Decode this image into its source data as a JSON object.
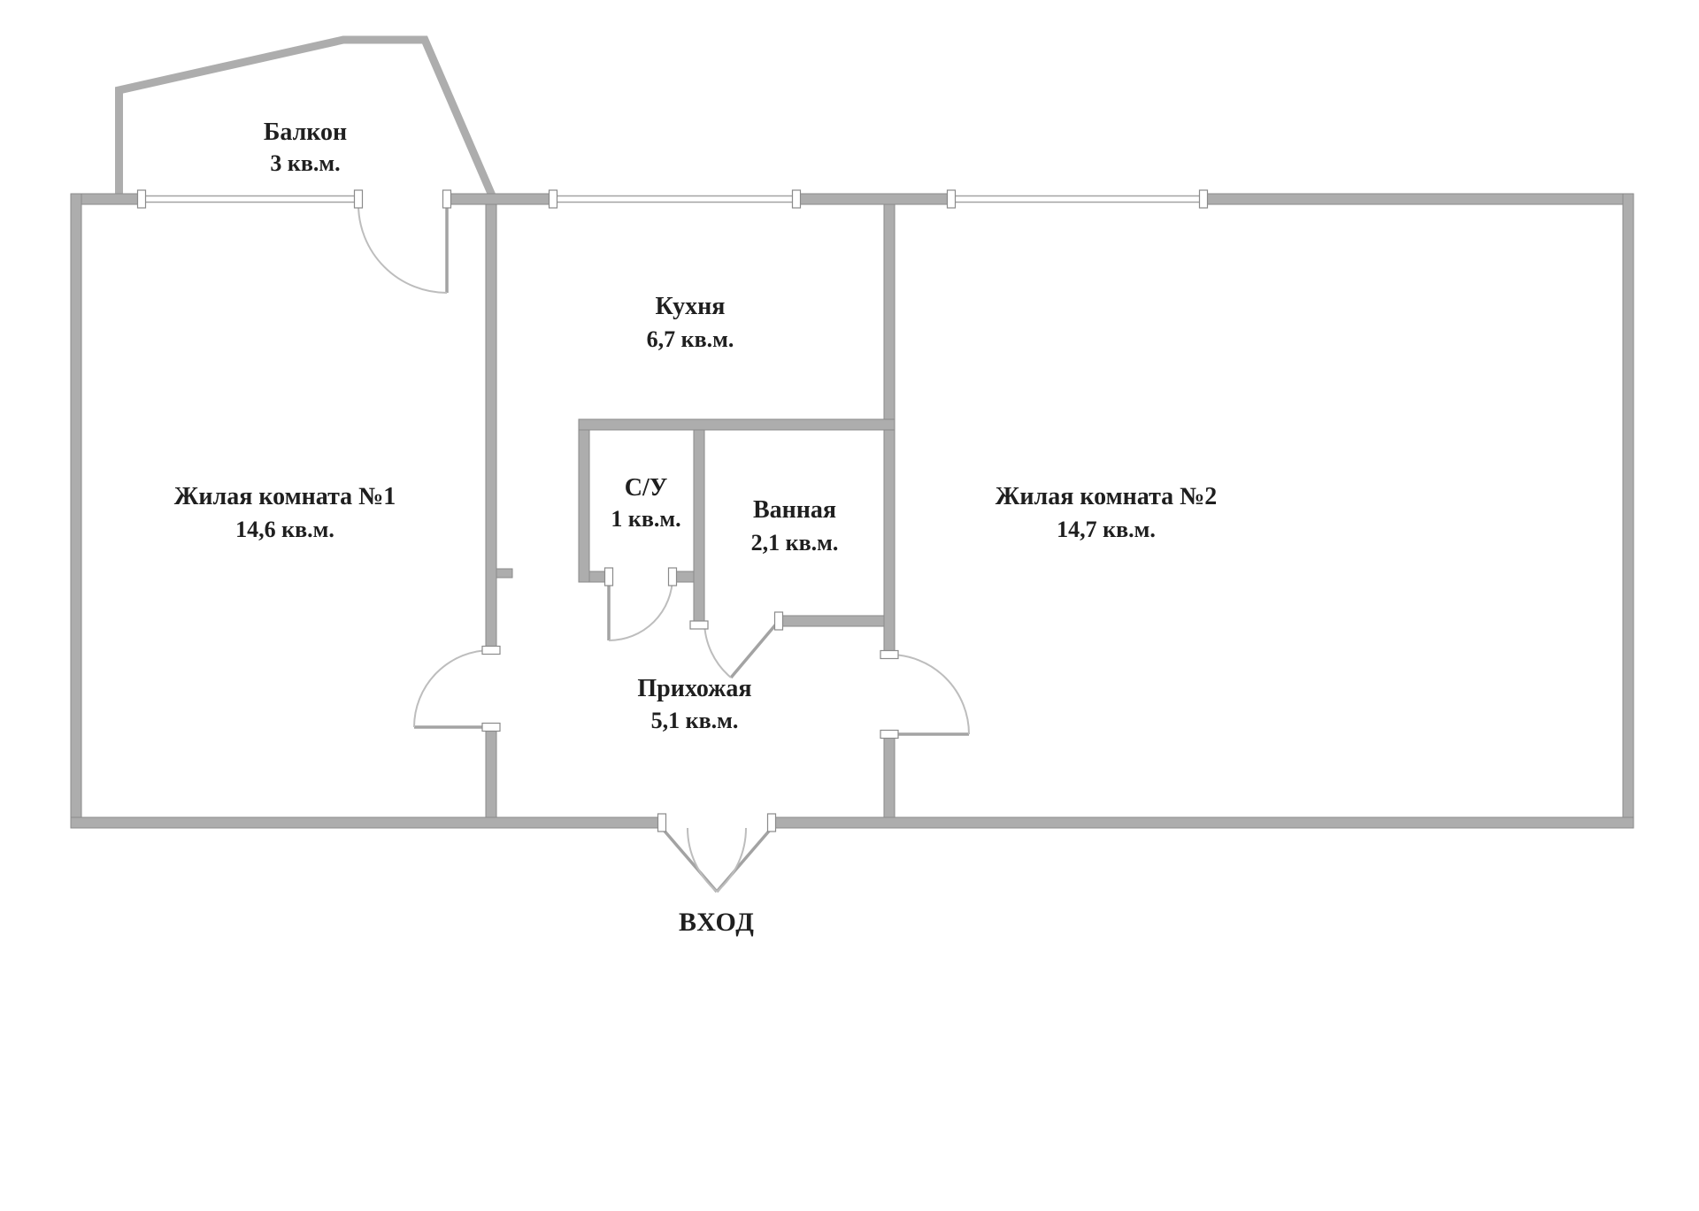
{
  "rooms": {
    "balcony": {
      "name": "Балкон",
      "area": "3 кв.м."
    },
    "room1": {
      "name": "Жилая комната №1",
      "area": "14,6 кв.м."
    },
    "kitchen": {
      "name": "Кухня",
      "area": "6,7 кв.м."
    },
    "toilet": {
      "name": "С/У",
      "area": "1 кв.м."
    },
    "bathroom": {
      "name": "Ванная",
      "area": "2,1 кв.м."
    },
    "room2": {
      "name": "Жилая комната №2",
      "area": "14,7 кв.м."
    },
    "hallway": {
      "name": "Прихожая",
      "area": "5,1 кв.м."
    }
  },
  "entrance_label": "ВХОД",
  "colors": {
    "wall_fill": "#adadad",
    "wall_stroke": "#8a8a8a",
    "line": "#a3a3a3",
    "text": "#1f1f1f",
    "background": "#ffffff"
  }
}
